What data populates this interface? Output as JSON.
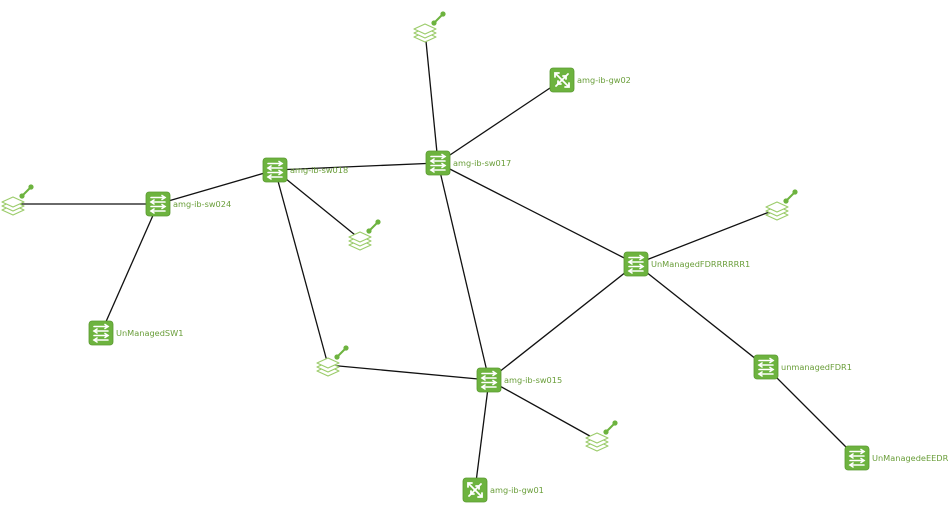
{
  "theme": {
    "switch_fill": "#6db33f",
    "switch_fill_dark": "#5a9a30",
    "glyph_color": "#ffffff",
    "stack_stroke": "#9ccc6b",
    "stack_fill": "#ffffff",
    "label_color": "#6a9e3a",
    "link_color": "#111111"
  },
  "nodes": [
    {
      "id": "sw017",
      "type": "switch",
      "label": "amg-ib-sw017"
    },
    {
      "id": "gw02",
      "type": "gateway",
      "label": "amg-ib-gw02"
    },
    {
      "id": "sw018",
      "type": "switch",
      "label": "amg-ib-sw018"
    },
    {
      "id": "sw024",
      "type": "switch",
      "label": "amg-ib-sw024"
    },
    {
      "id": "unsw1",
      "type": "switch",
      "label": "UnManagedSW1"
    },
    {
      "id": "fdr",
      "type": "switch",
      "label": "UnManagedFDRRRRRR1"
    },
    {
      "id": "sw015",
      "type": "switch",
      "label": "amg-ib-sw015"
    },
    {
      "id": "unfdr1",
      "type": "switch",
      "label": "unmanagedFDR1"
    },
    {
      "id": "eedr",
      "type": "switch",
      "label": "UnManagedeEEDR"
    },
    {
      "id": "gw01",
      "type": "gateway",
      "label": "amg-ib-gw01"
    },
    {
      "id": "h1",
      "type": "host-stack",
      "label": ""
    },
    {
      "id": "h2",
      "type": "host-stack",
      "label": ""
    },
    {
      "id": "h3",
      "type": "host-stack",
      "label": ""
    },
    {
      "id": "h4",
      "type": "host-stack",
      "label": ""
    },
    {
      "id": "h5",
      "type": "host-stack",
      "label": ""
    },
    {
      "id": "h6",
      "type": "host-stack",
      "label": ""
    }
  ],
  "links": [
    [
      "h1",
      "sw017"
    ],
    [
      "sw017",
      "gw02"
    ],
    [
      "sw018",
      "sw017"
    ],
    [
      "sw024",
      "sw018"
    ],
    [
      "h2",
      "sw024"
    ],
    [
      "sw024",
      "unsw1"
    ],
    [
      "sw018",
      "h3"
    ],
    [
      "sw018",
      "h4"
    ],
    [
      "sw017",
      "fdr"
    ],
    [
      "sw017",
      "sw015"
    ],
    [
      "h4",
      "sw015"
    ],
    [
      "fdr",
      "sw015"
    ],
    [
      "fdr",
      "h5"
    ],
    [
      "fdr",
      "unfdr1"
    ],
    [
      "unfdr1",
      "eedr"
    ],
    [
      "sw015",
      "h6"
    ],
    [
      "sw015",
      "gw01"
    ]
  ]
}
